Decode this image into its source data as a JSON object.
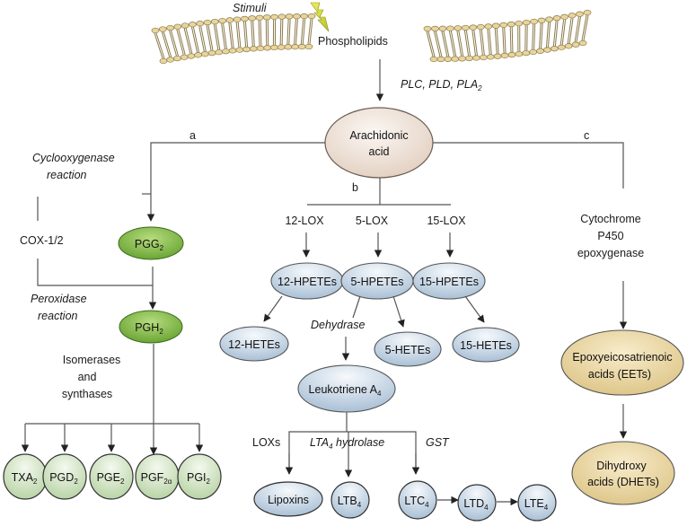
{
  "top": {
    "stimuli": "Stimuli",
    "phospholipids": "Phospholipids",
    "enzymes": {
      "main": "PLC, PLD, PLA",
      "sub": "2"
    }
  },
  "center": {
    "arachidonic": [
      "Arachidonic",
      "acid"
    ]
  },
  "branches": {
    "a": "a",
    "b": "b",
    "c": "c"
  },
  "cox_branch": {
    "cyclooxygenase": [
      "Cyclooxygenase",
      "reaction"
    ],
    "cox": "COX-1/2",
    "peroxidase": [
      "Peroxidase",
      "reaction"
    ],
    "isomerases": [
      "Isomerases",
      "and",
      "synthases"
    ],
    "pgg2": {
      "main": "PGG",
      "sub": "2"
    },
    "pgh2": {
      "main": "PGH",
      "sub": "2"
    },
    "products": [
      {
        "main": "TXA",
        "sub": "2"
      },
      {
        "main": "PGD",
        "sub": "2"
      },
      {
        "main": "PGE",
        "sub": "2"
      },
      {
        "main": "PGF",
        "sub": "2α"
      },
      {
        "main": "PGI",
        "sub": "2"
      }
    ]
  },
  "lox_branch": {
    "enzymes": [
      "12-LOX",
      "5-LOX",
      "15-LOX"
    ],
    "hpetes": [
      "12-HPETEs",
      "5-HPETEs",
      "15-HPETEs"
    ],
    "hetes": [
      "12-HETEs",
      "5-HETEs",
      "15-HETEs"
    ],
    "dehydrase": "Dehydrase",
    "lta4": {
      "main": "Leukotriene A",
      "sub": "4"
    },
    "loxs": "LOXs",
    "lta4_hydrolase": {
      "pre": "LTA",
      "sub": "4",
      "post": " hydrolase"
    },
    "gst": "GST",
    "lipoxins": "Lipoxins",
    "ltb4": {
      "main": "LTB",
      "sub": "4"
    },
    "ltc4": {
      "main": "LTC",
      "sub": "4"
    },
    "ltd4": {
      "main": "LTD",
      "sub": "4"
    },
    "lte4": {
      "main": "LTE",
      "sub": "4"
    }
  },
  "cyp_branch": {
    "enzyme": [
      "Cytochrome",
      "P450",
      "epoxygenase"
    ],
    "eets": [
      "Epoxyeicosatrienoic",
      "acids (EETs)"
    ],
    "dhets": [
      "Dihydroxy",
      "acids (DHETs)"
    ]
  },
  "colors": {
    "green_node": "#7cb342",
    "light_green_node": "#d9e8cf",
    "blue_node": "#cfdde9",
    "beige_node": "#efe4dc",
    "tan_node": "#ead9a3",
    "line": "#555555"
  }
}
